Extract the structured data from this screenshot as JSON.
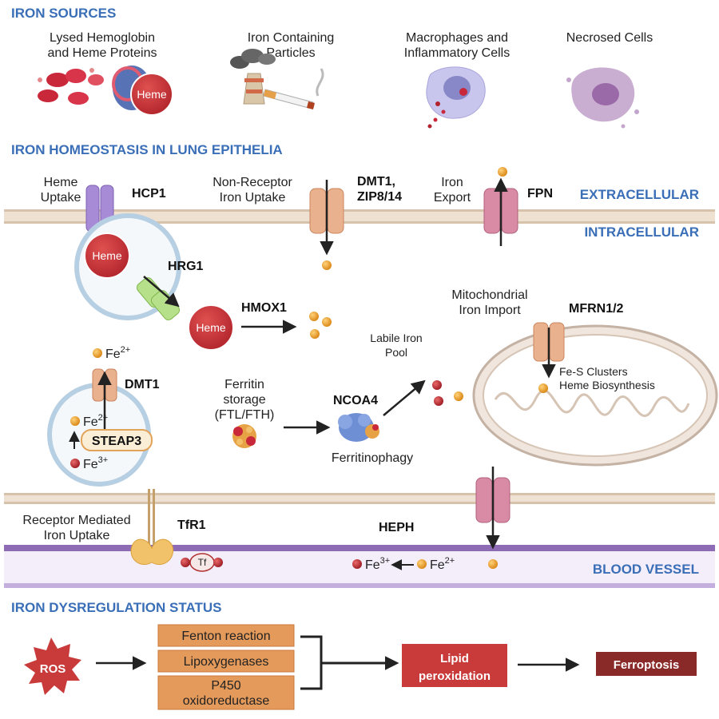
{
  "sections": {
    "iron_sources": "IRON SOURCES",
    "homeostasis": "IRON HOMEOSTASIS IN LUNG EPITHELIA",
    "dysregulation": "IRON DYSREGULATION STATUS"
  },
  "sources": [
    {
      "line1": "Lysed Hemoglobin",
      "line2": "and Heme Proteins"
    },
    {
      "line1": "Iron Containing",
      "line2": "Particles"
    },
    {
      "line1": "Macrophages and",
      "line2": "Inflammatory Cells"
    },
    {
      "line1": "Necrosed Cells",
      "line2": ""
    }
  ],
  "heme_label": "Heme",
  "membrane": {
    "extracellular": "EXTRACELLULAR",
    "intracellular": "INTRACELLULAR",
    "blood_vessel": "BLOOD VESSEL"
  },
  "transport": {
    "heme_uptake_1": "Heme",
    "heme_uptake_2": "Uptake",
    "hcp1": "HCP1",
    "nonrec_1": "Non-Receptor",
    "nonrec_2": "Iron Uptake",
    "dmt1_zip_1": "DMT1,",
    "dmt1_zip_2": "ZIP8/14",
    "export_1": "Iron",
    "export_2": "Export",
    "fpn": "FPN",
    "hrg1": "HRG1",
    "hmox1": "HMOX1",
    "lip_1": "Labile Iron",
    "lip_2": "Pool",
    "mito_1": "Mitochondrial",
    "mito_2": "Iron Import",
    "mfrn": "MFRN1/2",
    "fes_1": "Fe-S Clusters",
    "fes_2": "Heme Biosynthesis",
    "dmt1": "DMT1",
    "fe2_top": "Fe",
    "fe2_mid": "Fe",
    "fe3_low": "Fe",
    "steap3": "STEAP3",
    "ferritin_1": "Ferritin",
    "ferritin_2": "storage",
    "ferritin_3": "(FTL/FTH)",
    "ncoa4": "NCOA4",
    "ferritinophagy": "Ferritinophagy",
    "rec_1": "Receptor Mediated",
    "rec_2": "Iron Uptake",
    "tfr1": "TfR1",
    "tf": "Tf",
    "heph": "HEPH",
    "fe3_blood": "Fe",
    "fe2_blood": "Fe"
  },
  "superscripts": {
    "two_plus": "2+",
    "three_plus": "3+"
  },
  "dysreg": {
    "ros": "ROS",
    "fenton": "Fenton reaction",
    "lipox": "Lipoxygenases",
    "p450_1": "P450",
    "p450_2": "oxidoreductase",
    "lipid_1": "Lipid",
    "lipid_2": "peroxidation",
    "ferroptosis": "Ferroptosis"
  },
  "colors": {
    "header_blue": "#3a6fb7",
    "membrane": "#ddc9b4",
    "blood": "#8e6bb5",
    "box_orange": "#e49a5a",
    "lipid_red": "#c93a3a",
    "ferroptosis": "#8a2a28",
    "iron_orange": "#e59720",
    "iron_red": "#b3232e"
  }
}
